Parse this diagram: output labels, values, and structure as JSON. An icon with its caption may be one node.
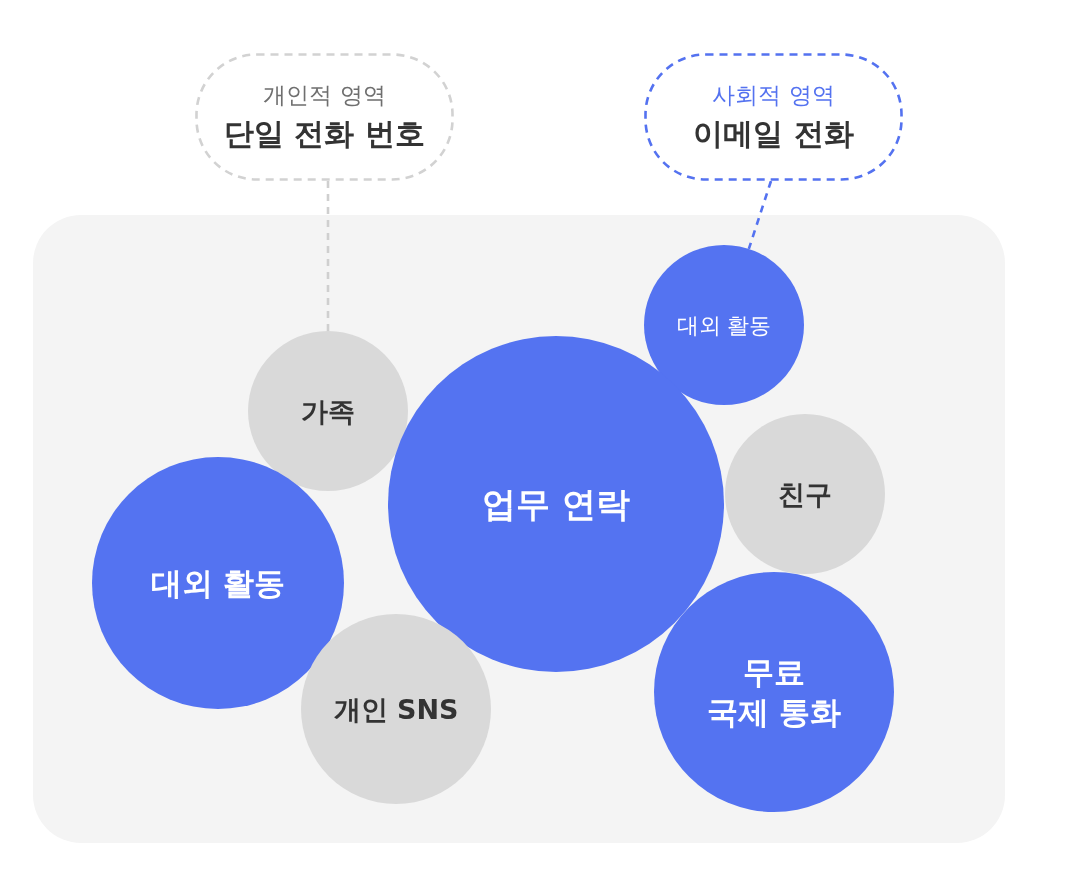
{
  "diagram": {
    "nodes": [
      {
        "text": [
          "개인적 영역",
          "단일 전화 번호"
        ]
      },
      {
        "text": [
          "사회적 영역",
          "이메일 전화"
        ]
      },
      {
        "text": [],
        "shape": "box"
      },
      {
        "text": [
          "대외 활동"
        ],
        "in": 2
      },
      {
        "text": [
          "가족"
        ],
        "in": 2
      },
      {
        "text": [
          "업무 연락"
        ],
        "in": 2
      },
      {
        "text": [
          "친구"
        ],
        "in": 2
      },
      {
        "text": [
          "대외 활동"
        ],
        "in": 2
      },
      {
        "text": [
          "개인 SNS"
        ],
        "in": 2
      },
      {
        "text": [
          "무료 국제 통화"
        ],
        "in": 2
      }
    ],
    "edges": [
      {
        "from": 0,
        "to": 4,
        "arrow": "none",
        "style": "dashed",
        "color": "#cfcfcf"
      },
      {
        "from": 1,
        "to": 3,
        "arrow": "none",
        "style": "dashed",
        "color": "#5472f0"
      }
    ]
  }
}
